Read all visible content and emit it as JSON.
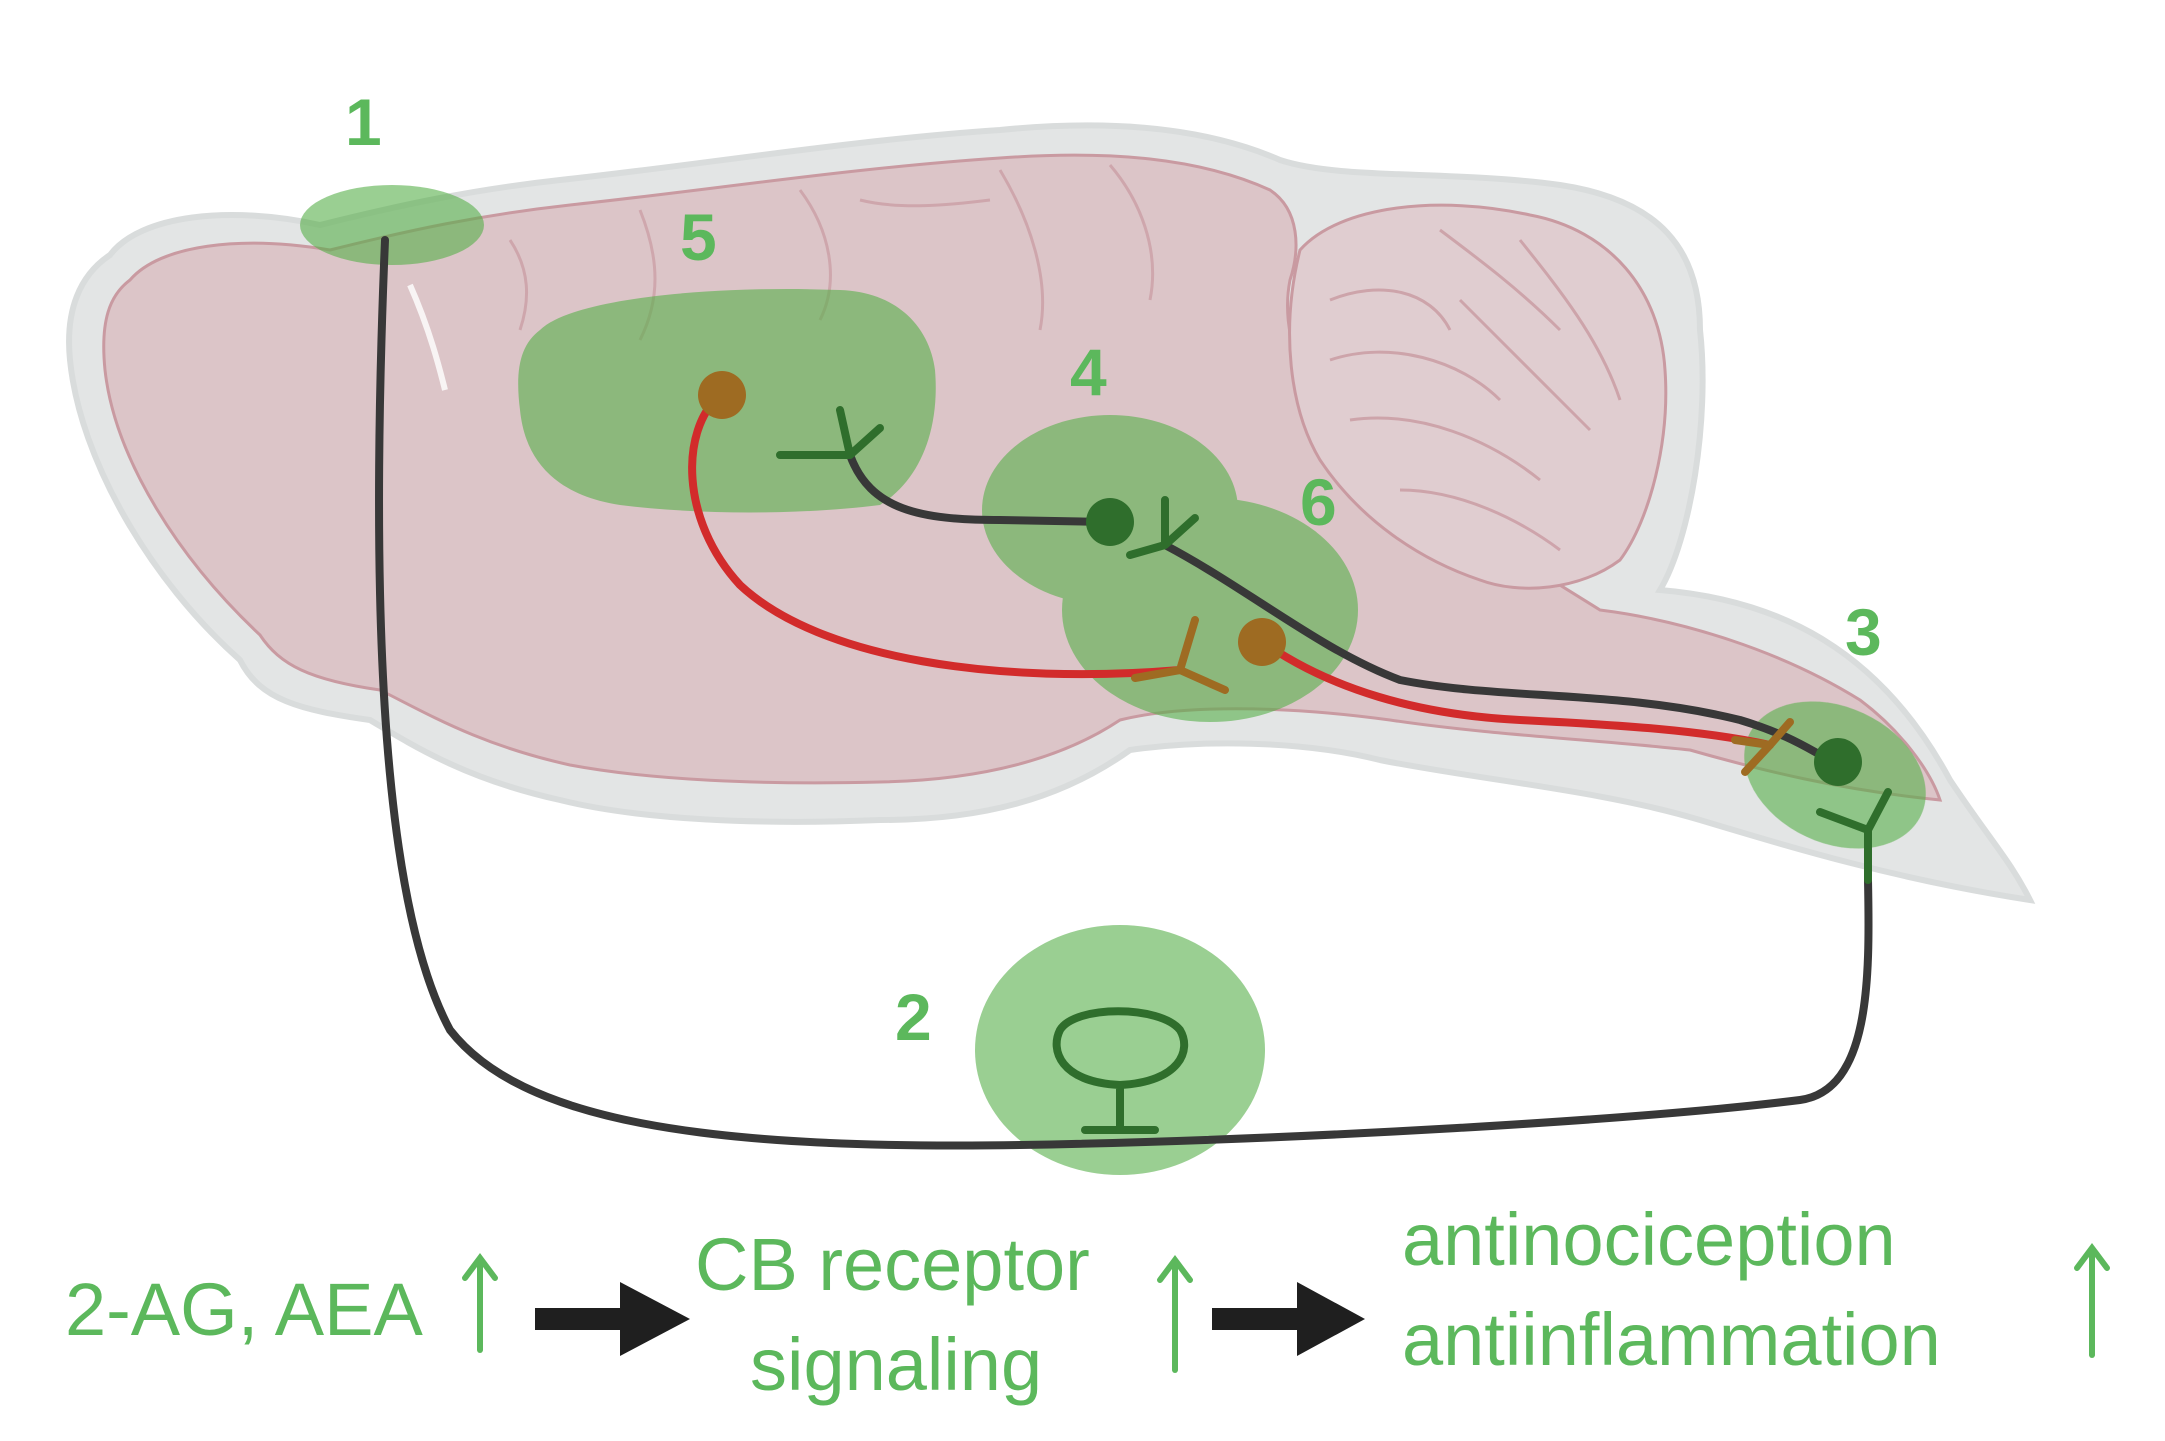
{
  "colors": {
    "green_text": "#5cb85c",
    "green_region": "#58b04a",
    "brain_fill": "#dcc5c8",
    "brain_outline": "#d9dcdc",
    "neuron_dark": "#383838",
    "neuron_red": "#d22b2b",
    "neuron_brown": "#9e6b22",
    "arrow": "#1f1f1f"
  },
  "regions": [
    {
      "id": "1",
      "label": "1"
    },
    {
      "id": "2",
      "label": "2"
    },
    {
      "id": "3",
      "label": "3"
    },
    {
      "id": "4",
      "label": "4"
    },
    {
      "id": "5",
      "label": "5"
    },
    {
      "id": "6",
      "label": "6"
    }
  ],
  "flow": {
    "step1": "2-AG, AEA",
    "step2_line1": "CB receptor",
    "step2_line2": "signaling",
    "step3_line1": "antinociception",
    "step3_line2": "antiinflammation"
  },
  "icons": [
    "up-arrow-icon",
    "right-arrow-icon"
  ]
}
